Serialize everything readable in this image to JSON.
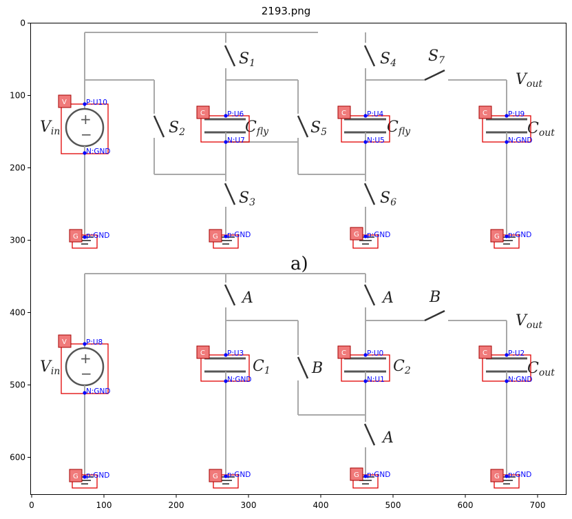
{
  "title": "2193.png",
  "caption_a": "a)",
  "x_ticks": [
    "0",
    "100",
    "200",
    "300",
    "400",
    "500",
    "600",
    "700"
  ],
  "y_ticks": [
    "0",
    "100",
    "200",
    "300",
    "400",
    "500",
    "600"
  ],
  "labels": {
    "S1": {
      "base": "S",
      "sub": "1"
    },
    "S2": {
      "base": "S",
      "sub": "2"
    },
    "S3": {
      "base": "S",
      "sub": "3"
    },
    "S4": {
      "base": "S",
      "sub": "4"
    },
    "S5": {
      "base": "S",
      "sub": "5"
    },
    "S6": {
      "base": "S",
      "sub": "6"
    },
    "S7": {
      "base": "S",
      "sub": "7"
    },
    "Vout_top": {
      "base": "V",
      "sub": "out"
    },
    "Vin_top": {
      "base": "V",
      "sub": "in"
    },
    "Cfly1": {
      "base": "C",
      "sub": "fly"
    },
    "Cfly2": {
      "base": "C",
      "sub": "fly"
    },
    "Cout_top": {
      "base": "C",
      "sub": "out"
    },
    "A1": "A",
    "A2": "A",
    "A3": "A",
    "B1": "B",
    "B2": "B",
    "Vout_bot": {
      "base": "V",
      "sub": "out"
    },
    "Vin_bot": {
      "base": "V",
      "sub": "in"
    },
    "C1": {
      "base": "C",
      "sub": "1"
    },
    "C2": {
      "base": "C",
      "sub": "2"
    },
    "Cout_bot": {
      "base": "C",
      "sub": "out"
    }
  },
  "components": [
    {
      "id": "vin-top",
      "tag": "V",
      "pins": [
        "P:U10",
        "N:GND"
      ]
    },
    {
      "id": "cfly-1",
      "tag": "C",
      "pins": [
        "P:U6",
        "N:U7"
      ]
    },
    {
      "id": "cfly-2",
      "tag": "C",
      "pins": [
        "P:U4",
        "N:U5"
      ]
    },
    {
      "id": "cout-top",
      "tag": "C",
      "pins": [
        "P:U9",
        "N:GND"
      ]
    },
    {
      "id": "gnd-1",
      "tag": "G",
      "pins": [
        "p:GND"
      ]
    },
    {
      "id": "gnd-2",
      "tag": "G",
      "pins": [
        "p:GND"
      ]
    },
    {
      "id": "gnd-3",
      "tag": "G",
      "pins": [
        "p:GND"
      ]
    },
    {
      "id": "gnd-4",
      "tag": "G",
      "pins": [
        "p:GND"
      ]
    },
    {
      "id": "vin-bot",
      "tag": "V",
      "pins": [
        "P:U8",
        "N:GND"
      ]
    },
    {
      "id": "c1",
      "tag": "C",
      "pins": [
        "P:U3",
        "N:GND"
      ]
    },
    {
      "id": "c2",
      "tag": "C",
      "pins": [
        "P:U0",
        "N:U1"
      ]
    },
    {
      "id": "cout-bot",
      "tag": "C",
      "pins": [
        "P:U2",
        "N:GND"
      ]
    },
    {
      "id": "gnd-5",
      "tag": "G",
      "pins": [
        "p:GND"
      ]
    },
    {
      "id": "gnd-6",
      "tag": "G",
      "pins": [
        "p:GND"
      ]
    },
    {
      "id": "gnd-7",
      "tag": "G",
      "pins": [
        "p:GND"
      ]
    },
    {
      "id": "gnd-8",
      "tag": "G",
      "pins": [
        "p:GND"
      ]
    }
  ]
}
